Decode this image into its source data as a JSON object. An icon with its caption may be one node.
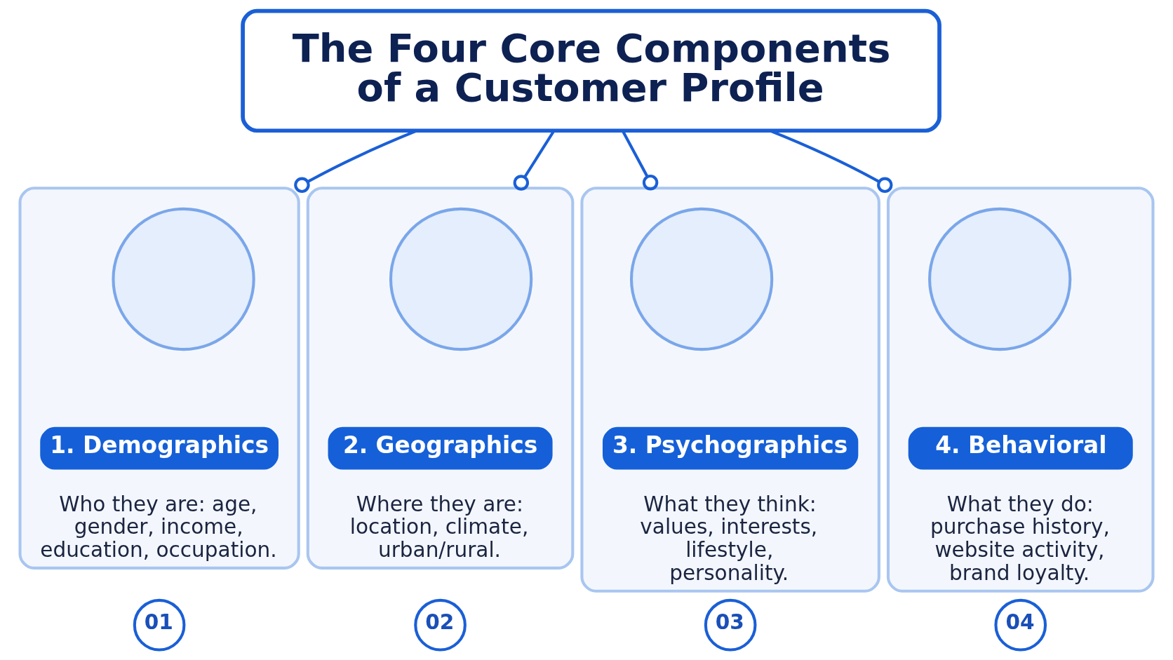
{
  "diagram": {
    "nodes": [
      {
        "text": [
          "The Four Core Components of a Customer Profile"
        ]
      },
      {
        "text": [
          "Who they are: age, gender, income, education, occupation."
        ]
      },
      {
        "text": [],
        "shape": "circle",
        "in": 1
      },
      {
        "text": [
          "1. Demographics"
        ],
        "in": 1
      },
      {
        "text": [
          "01"
        ]
      },
      {
        "text": [
          "Where they are: location, climate, urban/rural."
        ]
      },
      {
        "text": [],
        "shape": "circle",
        "in": 5
      },
      {
        "text": [
          "2. Geographics"
        ],
        "in": 5
      },
      {
        "text": [
          "02"
        ]
      },
      {
        "text": [
          "What they think: values, interests, lifestyle, personality."
        ]
      },
      {
        "text": [],
        "shape": "circle",
        "in": 9
      },
      {
        "text": [
          "3. Psychographics"
        ],
        "in": 9
      },
      {
        "text": [
          "03"
        ]
      },
      {
        "text": [
          "What they do: purchase history, website activity, brand loyalty."
        ]
      },
      {
        "text": [],
        "shape": "circle",
        "in": 13
      },
      {
        "text": [
          "4. Behavioral"
        ],
        "in": 13
      },
      {
        "text": [
          "04"
        ]
      }
    ],
    "edges": [
      {
        "from": 0,
        "to": 1,
        "arrow": "other"
      },
      {
        "from": 0,
        "to": 5,
        "arrow": "other"
      },
      {
        "from": 0,
        "to": 9,
        "arrow": "other"
      },
      {
        "from": 0,
        "to": 13,
        "arrow": "other"
      }
    ]
  }
}
